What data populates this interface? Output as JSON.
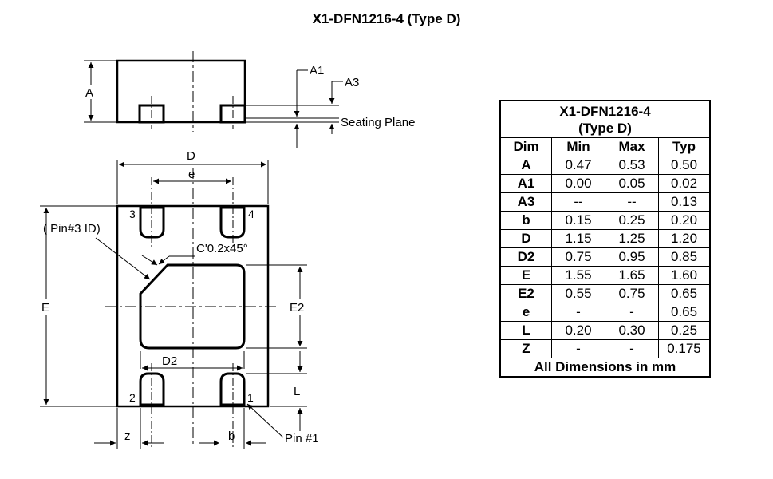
{
  "page_title": "X1-DFN1216-4 (Type D)",
  "side_view": {
    "label_A": "A",
    "label_A1": "A1",
    "label_A3": "A3",
    "label_seating_plane": "Seating Plane"
  },
  "bottom_view": {
    "label_D": "D",
    "label_e": "e",
    "label_E": "E",
    "label_E2": "E2",
    "label_D2": "D2",
    "label_L": "L",
    "label_z": "z",
    "label_b": "b",
    "label_pin1": "Pin #1",
    "label_pin3_id": "( Pin#3 ID)",
    "label_chamfer": "C'0.2x45°",
    "pin_numbers": [
      "1",
      "2",
      "3",
      "4"
    ]
  },
  "table": {
    "title_line1": "X1-DFN1216-4",
    "title_line2": "(Type D)",
    "headers": [
      "Dim",
      "Min",
      "Max",
      "Typ"
    ],
    "rows": [
      [
        "A",
        "0.47",
        "0.53",
        "0.50"
      ],
      [
        "A1",
        "0.00",
        "0.05",
        "0.02"
      ],
      [
        "A3",
        "--",
        "--",
        "0.13"
      ],
      [
        "b",
        "0.15",
        "0.25",
        "0.20"
      ],
      [
        "D",
        "1.15",
        "1.25",
        "1.20"
      ],
      [
        "D2",
        "0.75",
        "0.95",
        "0.85"
      ],
      [
        "E",
        "1.55",
        "1.65",
        "1.60"
      ],
      [
        "E2",
        "0.55",
        "0.75",
        "0.65"
      ],
      [
        "e",
        "-",
        "-",
        "0.65"
      ],
      [
        "L",
        "0.20",
        "0.30",
        "0.25"
      ],
      [
        "Z",
        "-",
        "-",
        "0.175"
      ]
    ],
    "footer": "All Dimensions in mm"
  }
}
